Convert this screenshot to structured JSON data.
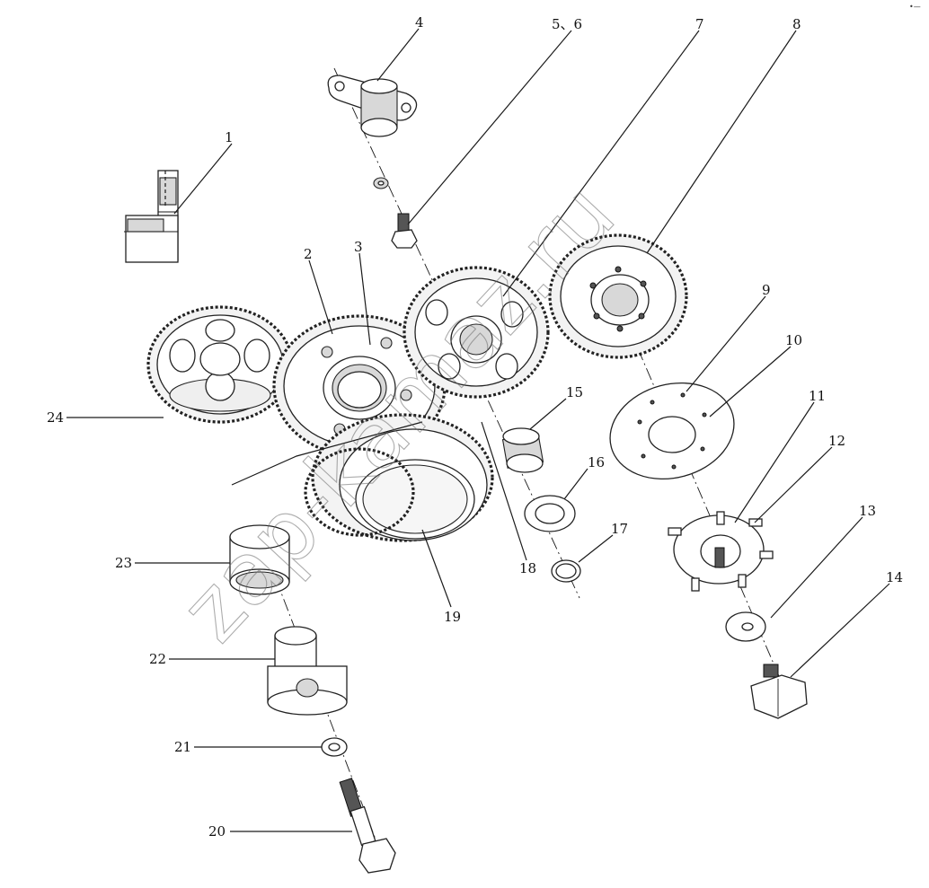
{
  "callouts": [
    "1",
    "2",
    "3",
    "4",
    "5、6",
    "7",
    "8",
    "9",
    "10",
    "11",
    "12",
    "13",
    "14",
    "15",
    "16",
    "17",
    "18",
    "19",
    "20",
    "21",
    "22",
    "23",
    "24"
  ],
  "watermark": "zap-kamaz.ru",
  "corner_mark": "•— "
}
